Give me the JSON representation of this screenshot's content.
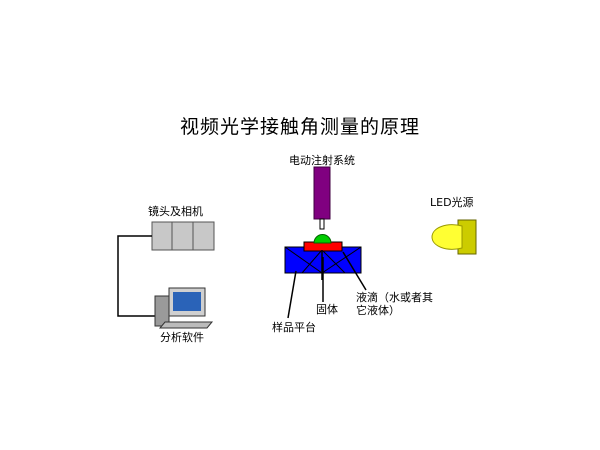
{
  "title": "视频光学接触角测量的原理",
  "labels": {
    "injector": "电动注射系统",
    "camera": "镜头及相机",
    "led": "LED光源",
    "software": "分析软件",
    "platform": "样品平台",
    "solid": "固体",
    "droplet": "液滴（水或者其它液体）"
  },
  "colors": {
    "injector": "#800080",
    "platform": "#0000ff",
    "solid": "#ff0000",
    "droplet": "#00cc00",
    "camera": "#c8c8c8",
    "led": "#ffff33",
    "led_base": "#cccc00",
    "monitor_screen": "#2a63b8"
  },
  "icons": [
    "camera-icon",
    "computer-icon",
    "led-bulb-icon",
    "syringe-icon"
  ]
}
